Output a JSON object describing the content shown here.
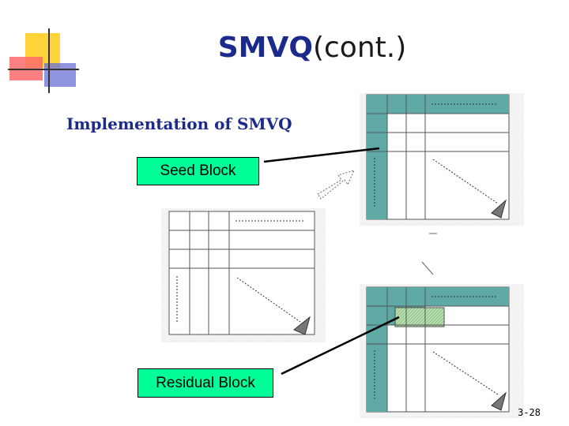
{
  "slide": {
    "title_main": "SMVQ",
    "title_rest": "(cont.)",
    "subtitle": "Implementation of SMVQ",
    "seed_label": "Seed Block",
    "residual_label": "Residual Block",
    "page_number": "3-28"
  },
  "colors": {
    "title_accent": "#1c2a8c",
    "label_fill": "#00ff99",
    "teal_cells": "#5fa9a6",
    "highlight_cell": "#b7dfb0",
    "deco_yellow": "#ffd43b",
    "deco_red": "#ff6a6a",
    "deco_blue": "#6a6fd6"
  }
}
